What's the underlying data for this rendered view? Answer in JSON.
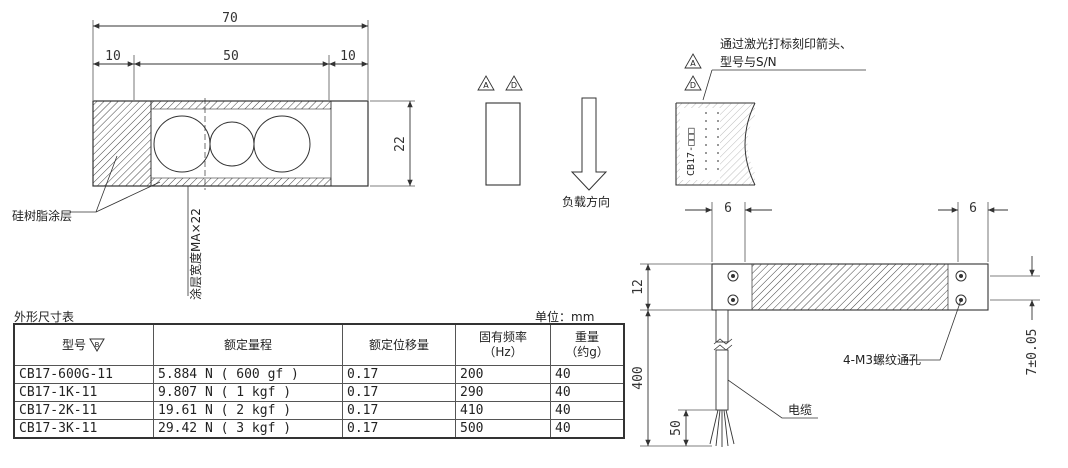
{
  "dimensions": {
    "total_length": "70",
    "left_margin": "10",
    "middle": "50",
    "right_margin": "10",
    "height": "22",
    "side_hole_offset_left": "6",
    "side_hole_offset_right": "6",
    "side_height": "12",
    "hole_spacing": "7±0.05",
    "cable_length": "400",
    "cable_strip": "50"
  },
  "labels": {
    "coating_width": "涂层宽度MA×22",
    "silicone_coating": "硅树脂涂层",
    "load_direction": "负载方向",
    "laser_mark_line1": "通过激光打标刻印箭头、",
    "laser_mark_line2": "型号与S/N",
    "m3_holes": "4-M3螺纹通孔",
    "cable": "电缆",
    "serial_marking": "CB17-□□□",
    "marker_a": "A",
    "marker_d": "D"
  },
  "table": {
    "title": "外形尺寸表",
    "unit": "单位：mm",
    "marker_b": "B",
    "headers": {
      "model": "型号",
      "capacity": "额定量程",
      "displacement": "额定位移量",
      "frequency_line1": "固有频率",
      "frequency_line2": "（Hz）",
      "weight_line1": "重量",
      "weight_line2": "（约g）"
    },
    "rows": [
      {
        "model": "CB17-600G-11",
        "capacity": "5.884 N ( 600 gf )",
        "displacement": "0.17",
        "frequency": "200",
        "weight": "40"
      },
      {
        "model": "CB17-1K-11",
        "capacity": "9.807 N ( 1 kgf )",
        "displacement": "0.17",
        "frequency": "290",
        "weight": "40"
      },
      {
        "model": "CB17-2K-11",
        "capacity": "19.61 N ( 2 kgf )",
        "displacement": "0.17",
        "frequency": "410",
        "weight": "40"
      },
      {
        "model": "CB17-3K-11",
        "capacity": "29.42 N ( 3 kgf )",
        "displacement": "0.17",
        "frequency": "500",
        "weight": "40"
      }
    ]
  }
}
